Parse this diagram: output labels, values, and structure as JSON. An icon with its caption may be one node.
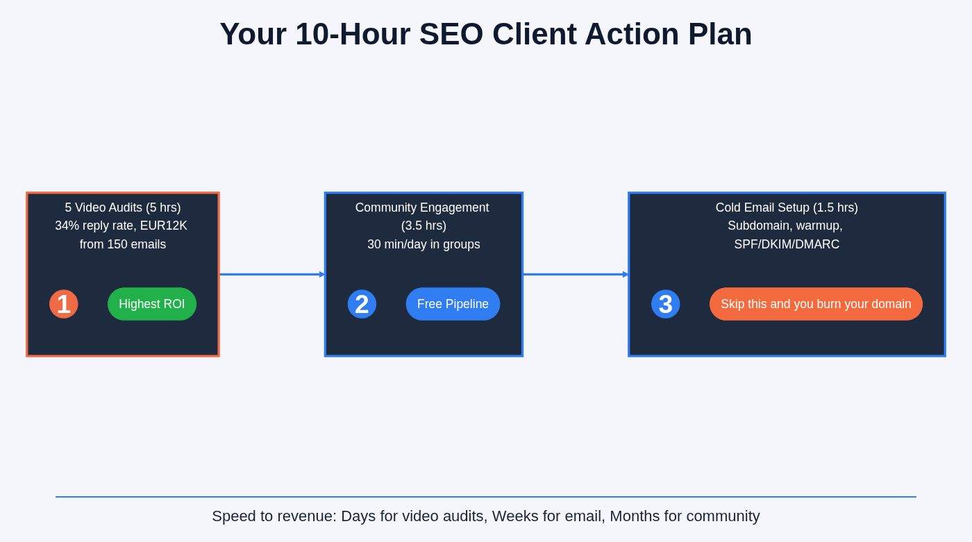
{
  "diagram": {
    "title": "Your 10-Hour SEO Client Action Plan",
    "caption": "Speed to revenue: Days for video audits, Weeks for email, Months for community",
    "nodes": [
      {
        "text": [
          "5 Video Audits (5 hrs)",
          "34% reply rate, EUR12K from 150 emails"
        ]
      },
      {
        "text": [
          "1"
        ],
        "in": 0
      },
      {
        "text": [
          "Highest ROI"
        ],
        "in": 0
      },
      {
        "text": [
          "Community Engagement (3.5 hrs)",
          "30 min/day in groups"
        ]
      },
      {
        "text": [
          "2"
        ],
        "in": 3
      },
      {
        "text": [
          "Free Pipeline"
        ],
        "in": 3
      },
      {
        "text": [
          "Cold Email Setup (1.5 hrs)",
          "Subdomain, warmup, SPF/DKIM/DMARC"
        ]
      },
      {
        "text": [
          "3"
        ],
        "in": 6
      },
      {
        "text": [
          "Skip this and you burn your domain"
        ],
        "in": 6
      }
    ],
    "edges": [
      {
        "from": 0,
        "to": 3,
        "arrow": "to"
      },
      {
        "from": 3,
        "to": 6,
        "arrow": "to"
      }
    ]
  }
}
